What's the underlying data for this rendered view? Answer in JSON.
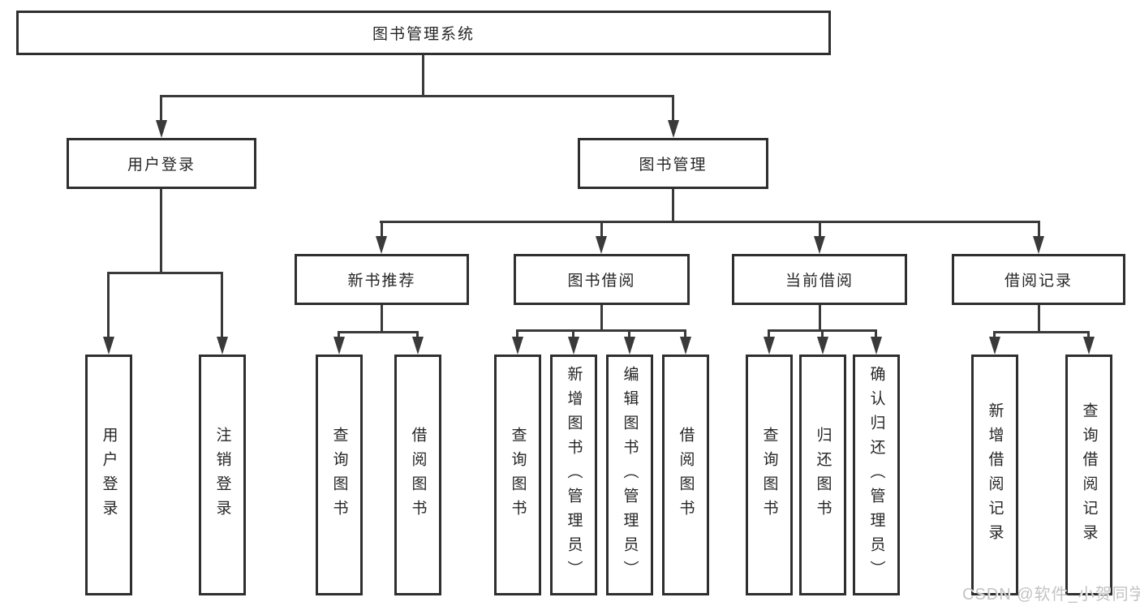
{
  "diagram": {
    "colors": {
      "line": "#3a3a3a",
      "box_border": "#2f2f2f",
      "text": "#262626",
      "background": "#ffffff",
      "watermark": "#c3c3c3"
    },
    "root": {
      "label": "图书管理系统"
    },
    "level2": [
      {
        "label": "用户登录"
      },
      {
        "label": "图书管理"
      }
    ],
    "level3": [
      {
        "label": "新书推荐"
      },
      {
        "label": "图书借阅"
      },
      {
        "label": "当前借阅"
      },
      {
        "label": "借阅记录"
      }
    ],
    "leaves": {
      "user_login": [
        {
          "label": "用户登录"
        },
        {
          "label": "注销登录"
        }
      ],
      "new_book": [
        {
          "label": "查询图书"
        },
        {
          "label": "借阅图书"
        }
      ],
      "book_borrow": [
        {
          "label": "查询图书"
        },
        {
          "label": "新增图书（管理员）"
        },
        {
          "label": "编辑图书（管理员）"
        },
        {
          "label": "借阅图书"
        }
      ],
      "current_borrow": [
        {
          "label": "查询图书"
        },
        {
          "label": "归还图书"
        },
        {
          "label": "确认归还（管理员）"
        }
      ],
      "borrow_record": [
        {
          "label": "新增借阅记录"
        },
        {
          "label": "查询借阅记录"
        }
      ]
    },
    "watermark": "CSDN @软件_小贺同学"
  }
}
